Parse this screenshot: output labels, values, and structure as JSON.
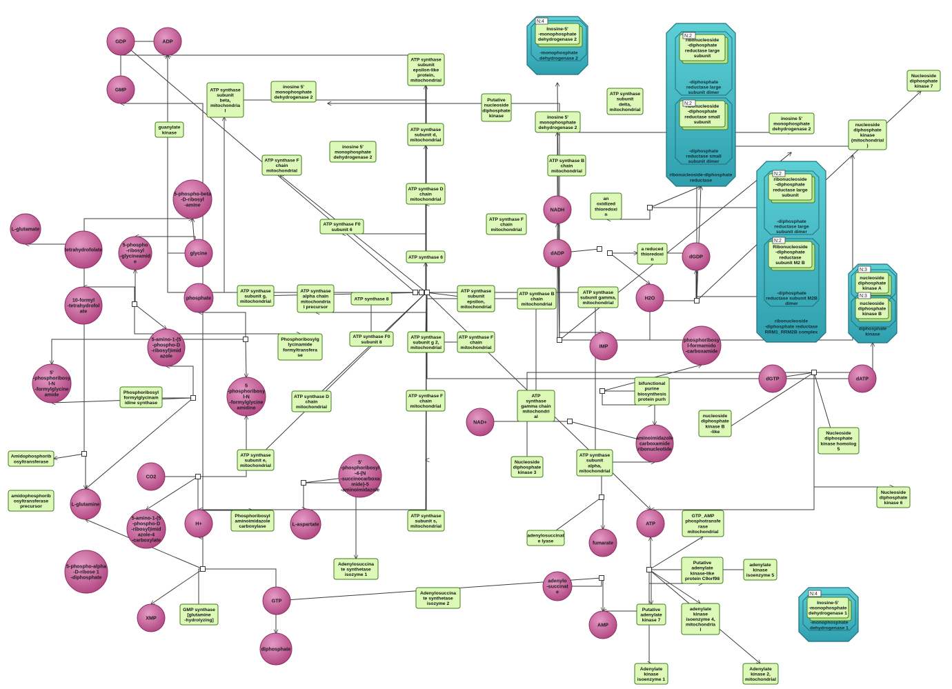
{
  "colors": {
    "metabolite_fill_light": "#e59bc6",
    "metabolite_fill_dark": "#b0447f",
    "protein_fill": "#dcf9b8",
    "protein_border": "#3f7a1c",
    "complex_fill_light": "#5dd0d6",
    "complex_fill_dark": "#2f9fae",
    "edge": "#3a3a3a",
    "background": "#ffffff"
  },
  "metabolites": [
    {
      "id": "m_gdp",
      "label": [
        "GDP"
      ]
    },
    {
      "id": "m_adp",
      "label": [
        "ADP"
      ]
    },
    {
      "id": "m_gmp",
      "label": [
        "GMP"
      ]
    },
    {
      "id": "m_prpp_amine",
      "label": [
        "5-phospho-beta",
        "-D-ribosyl",
        "-amine"
      ]
    },
    {
      "id": "m_lglutamate",
      "label": [
        "L-glutamate"
      ]
    },
    {
      "id": "m_thf",
      "label": [
        "tetrahydrofolate"
      ]
    },
    {
      "id": "m_gar",
      "label": [
        "5-phospho",
        "-ribosyl",
        "-glycineamid",
        "e"
      ]
    },
    {
      "id": "m_glycine",
      "label": [
        "glycine"
      ]
    },
    {
      "id": "m_fthf",
      "label": [
        "10-formyl",
        "-tetrahydrofol",
        "ate"
      ]
    },
    {
      "id": "m_phosphate",
      "label": [
        "phosphate"
      ]
    },
    {
      "id": "m_air",
      "label": [
        "5-amino-1-(5",
        "-phospho-D",
        "-ribosyl)imid",
        "azole"
      ]
    },
    {
      "id": "m_fgar",
      "label": [
        "5'",
        "-phosphoribosy",
        "l-N",
        "-formylglycine",
        "amide"
      ]
    },
    {
      "id": "m_fgam",
      "label": [
        "5",
        "-phosphoribosy",
        "l-N",
        "-formylglycine",
        "amidine"
      ]
    },
    {
      "id": "m_co2",
      "label": [
        "CO2"
      ]
    },
    {
      "id": "m_saicar",
      "label": [
        "5'",
        "-phosphoribosyl",
        "-4-(N",
        "-succinocarboxa",
        "mide)-5",
        "-aminoimidazole"
      ]
    },
    {
      "id": "m_lglutamine",
      "label": [
        "L-glutamine"
      ]
    },
    {
      "id": "m_cair",
      "label": [
        "5-amino-1-(5",
        "-phospho-D",
        "-ribosyl)imid",
        "azole-4",
        "-carboxylate"
      ]
    },
    {
      "id": "m_hplus",
      "label": [
        "H+"
      ]
    },
    {
      "id": "m_laspartate",
      "label": [
        "L-aspartate"
      ]
    },
    {
      "id": "m_prpp",
      "label": [
        "5-phospho-alpha",
        "-D-ribose 1",
        "-diphosphate"
      ]
    },
    {
      "id": "m_gtp",
      "label": [
        "GTP"
      ]
    },
    {
      "id": "m_xmp",
      "label": [
        "XMP"
      ]
    },
    {
      "id": "m_diphosphate",
      "label": [
        "diphosphate"
      ]
    },
    {
      "id": "m_nadh",
      "label": [
        "NADH"
      ]
    },
    {
      "id": "m_dadp",
      "label": [
        "dADP"
      ]
    },
    {
      "id": "m_dgdp",
      "label": [
        "dGDP"
      ]
    },
    {
      "id": "m_h2o",
      "label": [
        "H2O"
      ]
    },
    {
      "id": "m_imp",
      "label": [
        "IMP"
      ]
    },
    {
      "id": "m_faicar",
      "label": [
        "phosphoribosy",
        "l-formamido",
        "-carboxamide"
      ]
    },
    {
      "id": "m_dgtp",
      "label": [
        "dGTP"
      ]
    },
    {
      "id": "m_datp",
      "label": [
        "dATP"
      ]
    },
    {
      "id": "m_nadplus",
      "label": [
        "NAD+"
      ]
    },
    {
      "id": "m_aicar",
      "label": [
        "aminoimidazole",
        "carboxamide",
        "ribonucleotide"
      ]
    },
    {
      "id": "m_atp",
      "label": [
        "ATP"
      ]
    },
    {
      "id": "m_fumarate",
      "label": [
        "fumarate"
      ]
    },
    {
      "id": "m_adenylosucc",
      "label": [
        "adenylo",
        "-succinat",
        "e"
      ]
    },
    {
      "id": "m_amp",
      "label": [
        "AMP"
      ]
    }
  ],
  "proteins": [
    {
      "id": "p_atps_eps",
      "label": [
        "ATP synthase",
        "subunit",
        "epsilon-like",
        "protein,",
        "mitochondrial"
      ]
    },
    {
      "id": "p_atps_beta",
      "label": [
        "ATP synthase",
        "subunit",
        "beta,",
        "mitochondria",
        "l"
      ]
    },
    {
      "id": "p_impdh2_a",
      "label": [
        "inosine 5'",
        "monophosphate",
        "dehydrogenase 2"
      ]
    },
    {
      "id": "p_putative_ndk",
      "label": [
        "Putative",
        "nucleoside",
        "diphosphate",
        "kinase"
      ]
    },
    {
      "id": "p_atps_delta",
      "label": [
        "ATP synthase",
        "subunit",
        "delta,",
        "mitochondrial"
      ]
    },
    {
      "id": "p_ndk7",
      "label": [
        "Nucleoside",
        "diphosphate",
        "kinase 7"
      ]
    },
    {
      "id": "p_guanylate",
      "label": [
        "guanylate",
        "kinase"
      ]
    },
    {
      "id": "p_impdh2_b",
      "label": [
        "inosine 5'",
        "monophosphate",
        "dehydrogenase 2"
      ]
    },
    {
      "id": "p_atps_d",
      "label": [
        "ATP synthase",
        "subunit d,",
        "mitochondrial"
      ]
    },
    {
      "id": "p_impdh2_c",
      "label": [
        "inosine 5'",
        "monophosphate",
        "dehydrogenase 2"
      ]
    },
    {
      "id": "p_impdh2_d",
      "label": [
        "inosine 5'",
        "monophosphate",
        "dehydrogenase 2"
      ]
    },
    {
      "id": "p_ndk_mito",
      "label": [
        "nucleoside",
        "diphosphate",
        "kinase",
        "(mitochondrial",
        ")"
      ]
    },
    {
      "id": "p_atps_f_a",
      "label": [
        "ATP synthase F",
        "chain",
        "mitochondrial"
      ]
    },
    {
      "id": "p_atps_b_a",
      "label": [
        "ATP synthase B",
        "chain",
        "mitochondrial"
      ]
    },
    {
      "id": "p_atps_d_chain_a",
      "label": [
        "ATP synthase D",
        "chain",
        "mitochondrial"
      ]
    },
    {
      "id": "p_oxidized_trx",
      "label": [
        "an",
        "oxidized",
        "thioredoxi",
        "n"
      ]
    },
    {
      "id": "p_atps_f0_6",
      "label": [
        "ATP synthase F0",
        "subunit 6"
      ]
    },
    {
      "id": "p_atps_f_b",
      "label": [
        "ATP synthase F",
        "chain",
        "mitochondrial"
      ]
    },
    {
      "id": "p_reduced_trx",
      "label": [
        "a reduced",
        "thioredoxi",
        "n"
      ]
    },
    {
      "id": "p_atps_6",
      "label": [
        "ATP synthase 6"
      ]
    },
    {
      "id": "p_atps_g",
      "label": [
        "ATP synthase",
        "subunit g,",
        "mitochondrial"
      ]
    },
    {
      "id": "p_atps_alpha_prec",
      "label": [
        "ATP synthase",
        "alpha chain",
        "mitochondria",
        "l precursor"
      ]
    },
    {
      "id": "p_atps_8",
      "label": [
        "ATP synthase 8"
      ]
    },
    {
      "id": "p_atps_epsilon",
      "label": [
        "ATP synthase",
        "subunit",
        "epsilon,",
        "mitochondrial"
      ]
    },
    {
      "id": "p_atps_b_b",
      "label": [
        "ATP synthase B",
        "chain",
        "mitochondrial"
      ]
    },
    {
      "id": "p_atps_gamma",
      "label": [
        "ATP synthase",
        "subunit gamma,",
        "mitochondrial"
      ]
    },
    {
      "id": "p_gart",
      "label": [
        "Phosphoribosylg",
        "lycinamide",
        "formyltransfera",
        "se"
      ]
    },
    {
      "id": "p_atps_f0_8",
      "label": [
        "ATP synthase F0",
        "subunit 8"
      ]
    },
    {
      "id": "p_atps_g2",
      "label": [
        "ATP synthase",
        "subunit g 2,",
        "mitochondrial"
      ]
    },
    {
      "id": "p_atps_f_c",
      "label": [
        "ATP synthase F",
        "chain",
        "mitochondrial"
      ]
    },
    {
      "id": "p_fgam_synthase",
      "label": [
        "Phosphoribosyl",
        "formylglycinam",
        "idine synthase"
      ]
    },
    {
      "id": "p_atps_d_chain_b",
      "label": [
        "ATP synthase D",
        "chain",
        "mitochondrial"
      ]
    },
    {
      "id": "p_atps_f_d",
      "label": [
        "ATP synthase F",
        "chain",
        "mitochondrial"
      ]
    },
    {
      "id": "p_atps_gamma_chain",
      "label": [
        "ATP",
        "synthase",
        "gamma chain",
        "mitochondri",
        "al"
      ]
    },
    {
      "id": "p_purh",
      "label": [
        "bifunctional",
        "purine",
        "biosynthesis",
        "protein purh"
      ]
    },
    {
      "id": "p_ndk_b_like",
      "label": [
        "nucleoside",
        "diphosphate",
        "kinase B",
        "-like"
      ]
    },
    {
      "id": "p_amidophos",
      "label": [
        "Amidophosphorib",
        "osyltransferase"
      ]
    },
    {
      "id": "p_atps_e",
      "label": [
        "ATP synthase",
        "subunit e,",
        "mitochondrial"
      ]
    },
    {
      "id": "p_ndk3",
      "label": [
        "Nucleoside",
        "diphosphate",
        "kinase 3"
      ]
    },
    {
      "id": "p_atps_alpha",
      "label": [
        "ATP synthase",
        "subunit",
        "alpha,",
        "mitochondrial"
      ]
    },
    {
      "id": "p_ndk_homolog5",
      "label": [
        "Nucleoside",
        "diphosphate",
        "kinase homolog",
        "5"
      ]
    },
    {
      "id": "p_amidophos_prec",
      "label": [
        "amidophosphorib",
        "osyltransferase",
        "precursor"
      ]
    },
    {
      "id": "p_ndk6",
      "label": [
        "Nucleoside",
        "diphosphate",
        "kinase 6"
      ]
    },
    {
      "id": "p_air_carboxylase",
      "label": [
        "Phosphoribosyl",
        "aminoimidazole",
        "carboxylase"
      ]
    },
    {
      "id": "p_atps_s",
      "label": [
        "ATP synthase",
        "subunit s,",
        "mitochondrial"
      ]
    },
    {
      "id": "p_adenylosucc_lyase",
      "label": [
        "adenylosuccinat",
        "e lyase"
      ]
    },
    {
      "id": "p_gtp_amp",
      "label": [
        "GTP_AMP",
        "phosphotransfe",
        "rase",
        "mitochondrial"
      ]
    },
    {
      "id": "p_adss1",
      "label": [
        "Adenylosuccina",
        "te synthetase",
        "isozyme 1"
      ]
    },
    {
      "id": "p_ak_c9orf98",
      "label": [
        "Putative",
        "adenylate",
        "kinase-like",
        "protein C9orf98"
      ]
    },
    {
      "id": "p_ak5",
      "label": [
        "adenylate",
        "kinase",
        "isoenzyme 5"
      ]
    },
    {
      "id": "p_adss2",
      "label": [
        "Adenylosuccina",
        "te synthetase",
        "isozyme 2"
      ]
    },
    {
      "id": "p_gmp_synthase",
      "label": [
        "GMP synthase",
        "[glutamine",
        "-hydrolyzing]"
      ]
    },
    {
      "id": "p_ak7",
      "label": [
        "Putative",
        "adenylate",
        "kinase 7"
      ]
    },
    {
      "id": "p_ak4",
      "label": [
        "adenylate",
        "kinase",
        "isoenzyme 4,",
        "mitochondria",
        "l"
      ]
    },
    {
      "id": "p_ak1",
      "label": [
        "Adenylate",
        "kinase",
        "isoenzyme 1"
      ]
    },
    {
      "id": "p_ak2",
      "label": [
        "Adenylate",
        "kinase 2,",
        "mitochondrial"
      ]
    }
  ],
  "complexes": [
    {
      "id": "c_impdh2",
      "label": [],
      "children": [
        {
          "mult": "N:4",
          "label": [
            "Inosine-5'",
            "-monophosphate",
            "dehydrogenase 2"
          ],
          "under": [
            "-monophosphate",
            "dehydrogenase 2"
          ]
        }
      ]
    },
    {
      "id": "c_rnr",
      "label": [
        "ribonucleoside-diphosphate",
        "reductase"
      ],
      "children": [
        {
          "mult": "N:2",
          "label": [
            "ribonucleoside",
            "-diphosphate",
            "reductase large",
            "subunit"
          ],
          "under": [
            "-diphosphate",
            "reductase large",
            "subunit dimer"
          ]
        },
        {
          "mult": "N:2",
          "label": [
            "ribonucleoside",
            "-diphosphate",
            "reductase small",
            "subunit"
          ],
          "under": [
            "-diphosphate",
            "reductase small",
            "subunit dimer"
          ]
        }
      ]
    },
    {
      "id": "c_rrm1_rrm2b",
      "label": [
        "ribonucleoside",
        "-diphosphate reductase",
        "RRM1_RRM2B complex"
      ],
      "children": [
        {
          "mult": "N:2",
          "label": [
            "ribonucleoside",
            "-diphosphate",
            "reductase large",
            "subunit"
          ],
          "under": [
            "-diphosphate",
            "reductase large",
            "subunit dimer"
          ]
        },
        {
          "mult": "N:2",
          "label": [
            "Ribonucleoside",
            "-diphosphate",
            "reductase",
            "subunit M2 B"
          ],
          "under": [
            "-diphosphate",
            "reductase subunit M2B",
            "dimer"
          ]
        }
      ]
    },
    {
      "id": "c_ndk",
      "label": [
        "diphosphate",
        "kinase"
      ],
      "children": [
        {
          "mult": "N:3",
          "label": [
            "nucleoside",
            "diphosphate",
            "kinase A"
          ],
          "under": []
        },
        {
          "mult": "N:3",
          "label": [
            "nucleoside",
            "diphosphate",
            "kinase B"
          ],
          "under": []
        }
      ]
    },
    {
      "id": "c_impdh1",
      "label": [],
      "children": [
        {
          "mult": "N:4",
          "label": [
            "Inosine-5'",
            "-monophosphate",
            "dehydrogenase 1"
          ],
          "under": [
            "-monophosphate",
            "dehydrogenase 1"
          ]
        }
      ]
    }
  ]
}
